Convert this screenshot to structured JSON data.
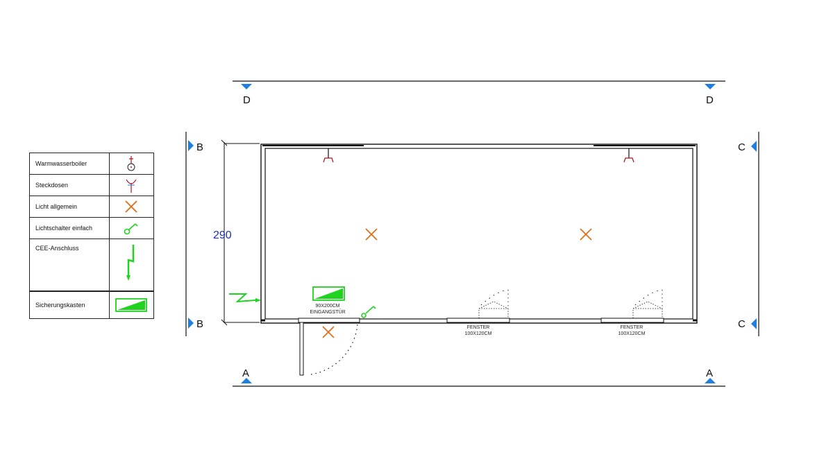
{
  "legend": {
    "items": [
      {
        "label": "Warmwasserboiler",
        "icon": "water-heater-icon"
      },
      {
        "label": "Steckdosen",
        "icon": "socket-icon"
      },
      {
        "label": "Licht allgemein",
        "icon": "light-icon"
      },
      {
        "label": "Lichtschalter einfach",
        "icon": "light-switch-icon"
      },
      {
        "label": "CEE-Anschluss",
        "icon": "cee-connection-icon"
      },
      {
        "label": "Sicherungskasten",
        "icon": "fuse-box-icon"
      }
    ]
  },
  "sections": {
    "top_left": "D",
    "top_right": "D",
    "bottom_left": "A",
    "bottom_right": "A",
    "left_top": "B",
    "left_bottom": "B",
    "right_top": "C",
    "right_bottom": "C"
  },
  "dimension": {
    "height": "290"
  },
  "door": {
    "size": "90X200CM",
    "name": "EINGANGSTÜR"
  },
  "windows": [
    {
      "name": "FENSTER",
      "size": "100X120CM"
    },
    {
      "name": "FENSTER",
      "size": "100X120CM"
    }
  ],
  "colors": {
    "line": "#111111",
    "section_marker": "#1e7fe0",
    "dimension_text": "#1a2fbf",
    "light": "#e06a10",
    "socket": "#b0101a",
    "electric": "#1fd31f"
  }
}
